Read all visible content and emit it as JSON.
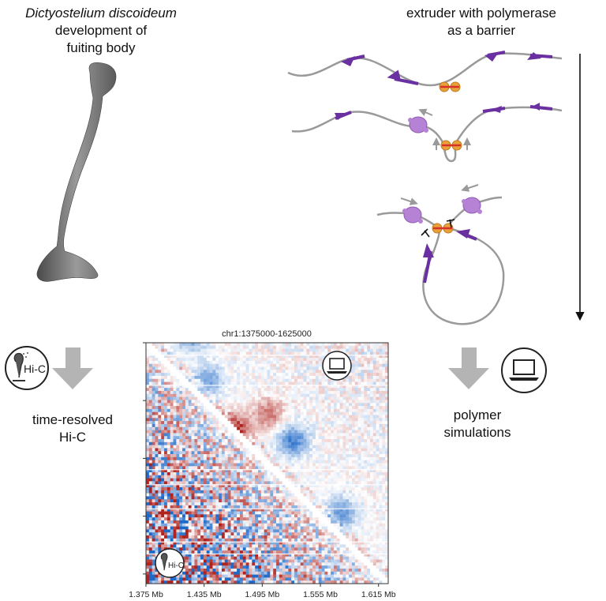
{
  "organism": {
    "species": "Dictyostelium discoideum",
    "line2": "development of",
    "line3": "fuiting body"
  },
  "extruder_title": {
    "line1": "extruder with polymerase",
    "line2": "as a barrier"
  },
  "hic_label": {
    "line1": "time-resolved",
    "line2": "Hi-C"
  },
  "sim_label": {
    "line1": "polymer",
    "line2": "simulations"
  },
  "hic_badge": {
    "text": "Hi-C"
  },
  "heatmap": {
    "title": "chr1:1375000-1625000",
    "ticks": [
      "1.375 Mb",
      "1.435 Mb",
      "1.495 Mb",
      "1.555 Mb",
      "1.615 Mb"
    ]
  },
  "colors": {
    "arrow_gray": "#b4b4b4",
    "barrier_purple": "#6a2fa0",
    "extruder_orange": "#e8a23a",
    "extruder_red": "#d6322a",
    "polymerase_lilac": "#b682d6",
    "chromatin_gray": "#9a9a9a"
  }
}
